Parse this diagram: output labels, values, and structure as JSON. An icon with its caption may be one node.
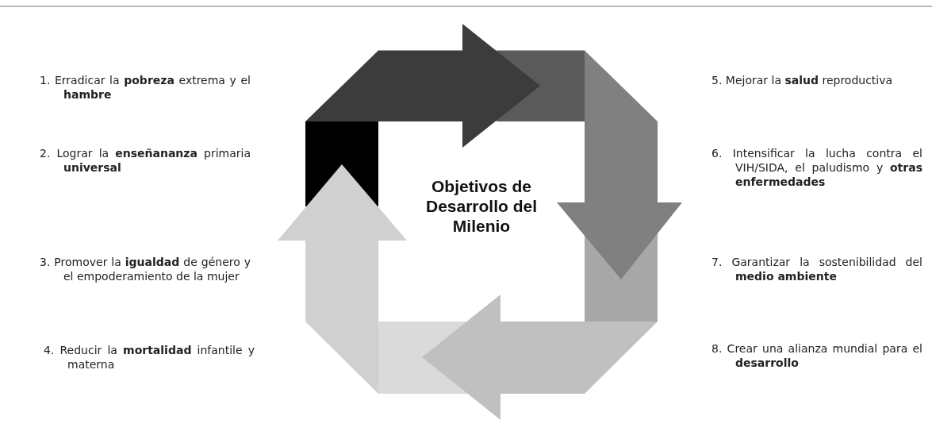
{
  "diagram": {
    "labels": [
      "1. Erradicar la **pobreza** extrema y el **hambre**",
      "2. Lograr la **enseñananza** primaria **universal**",
      "3. Promover la **igualdad** de género y el empoderamiento de la mujer",
      "4. Reducir la **mortalidad** infantile y materna",
      "Objetivos de Desarrollo del Milenio",
      "5. Mejorar la **salud** reproductiva",
      "6. Intensificar la lucha contra el VIH/SIDA, el paludismo y **otras enfermedades**",
      "7. Garantizar la sostenibilidad del **medio ambiente**",
      "8. Crear una alianza mundial para el **desarrollo**"
    ]
  }
}
